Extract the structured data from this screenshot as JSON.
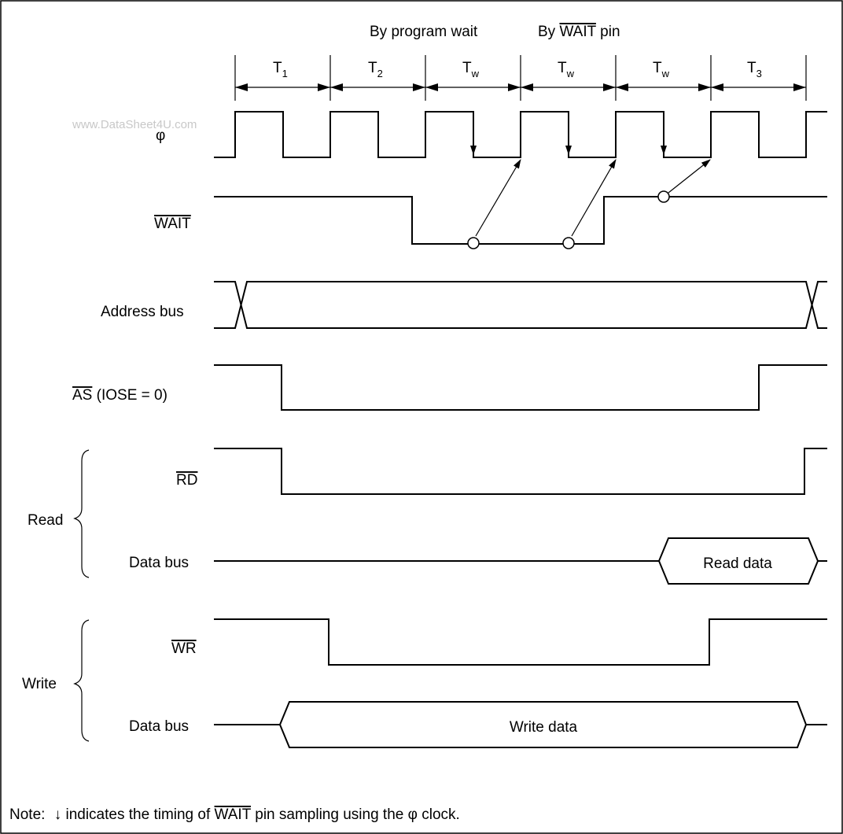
{
  "header": {
    "by_program_wait": "By program wait",
    "by_wait_pin_prefix": "By ",
    "by_wait_pin_overline": "WAIT",
    "by_wait_pin_suffix": " pin"
  },
  "states": [
    {
      "main": "T",
      "sub": "1"
    },
    {
      "main": "T",
      "sub": "2"
    },
    {
      "main": "T",
      "sub": "w"
    },
    {
      "main": "T",
      "sub": "w"
    },
    {
      "main": "T",
      "sub": "w"
    },
    {
      "main": "T",
      "sub": "3"
    }
  ],
  "watermark": "www.DataSheet4U.com",
  "signals": {
    "phi": "φ",
    "wait": "WAIT",
    "address_bus": "Address bus",
    "as_overline": "AS",
    "as_suffix": " (IOSE = 0)",
    "rd": "RD",
    "wr": "WR",
    "read_data_bus": "Data bus",
    "write_data_bus": "Data bus"
  },
  "groups": {
    "read": "Read",
    "write": "Write"
  },
  "bus_values": {
    "read_data": "Read data",
    "write_data": "Write data"
  },
  "note": {
    "prefix": "Note:",
    "arrow": "↓",
    "text1": " indicates the timing of ",
    "overline": "WAIT",
    "text2": " pin sampling using the ",
    "phi": "φ",
    "text3": " clock."
  }
}
